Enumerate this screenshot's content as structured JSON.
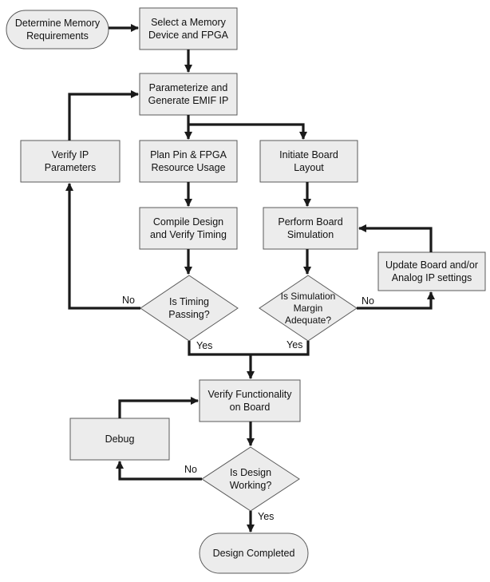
{
  "nodes": {
    "determine": "Determine Memory\nRequirements",
    "select": "Select a Memory\nDevice and FPGA",
    "parameterize": "Parameterize and\nGenerate EMIF IP",
    "verify_ip": "Verify IP\nParameters",
    "plan_pin": "Plan Pin & FPGA\nResource Usage",
    "initiate_board": "Initiate Board\nLayout",
    "compile": "Compile Design\nand Verify Timing",
    "board_sim": "Perform Board\nSimulation",
    "update_board": "Update Board and/or\nAnalog IP settings",
    "timing_passing": "Is Timing\nPassing?",
    "sim_margin": "Is Simulation\nMargin\nAdequate?",
    "verify_func": "Verify Functionality\non Board",
    "debug": "Debug",
    "design_working": "Is Design\nWorking?",
    "completed": "Design Completed"
  },
  "edge_labels": {
    "timing_no": "No",
    "timing_yes": "Yes",
    "sim_no": "No",
    "sim_yes": "Yes",
    "working_no": "No",
    "working_yes": "Yes"
  },
  "colors": {
    "box_fill": "#ececec",
    "box_stroke": "#5a5a5a",
    "connector": "#1a1a1a"
  }
}
